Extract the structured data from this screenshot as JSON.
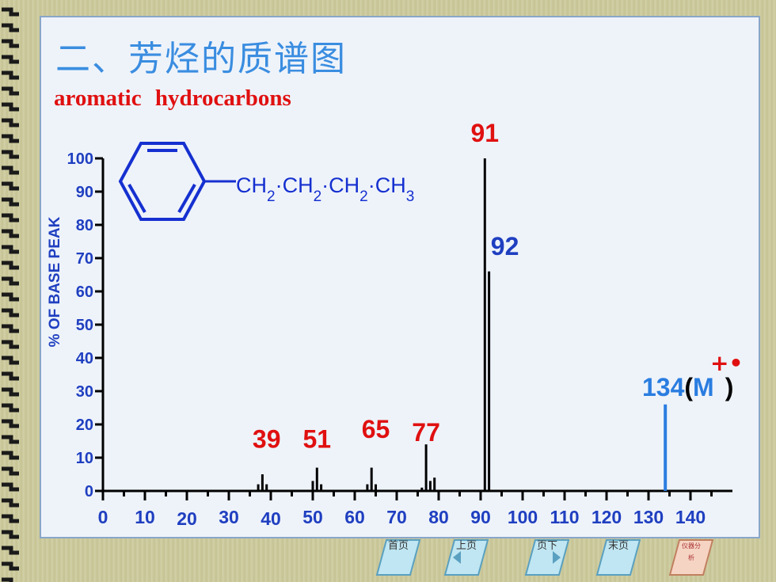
{
  "title": "二、芳烃的质谱图",
  "subtitle": "aromatic   hydrocarbons",
  "structure": {
    "chain_parts": [
      {
        "text": "CH",
        "sub": "2"
      },
      {
        "text": "·",
        "sub": ""
      },
      {
        "text": "CH",
        "sub": "2"
      },
      {
        "text": "·",
        "sub": ""
      },
      {
        "text": "CH",
        "sub": "2"
      },
      {
        "text": "·",
        "sub": ""
      },
      {
        "text": "CH",
        "sub": "3"
      }
    ]
  },
  "nav": {
    "first_label": "首页",
    "prev_label": "上页",
    "next_label": "页下",
    "last_label": "末页",
    "extra_label": "仪器分析"
  },
  "colors": {
    "title": "#3a8de0",
    "label_red": "#e01010",
    "label_blue": "#1f3fc0",
    "molecular_ion": "#2a7de0",
    "axis": "#000000"
  },
  "chart_data": {
    "type": "bar",
    "ylabel": "% OF  BASE PEAK",
    "xlabel": "",
    "xlim": [
      0,
      145
    ],
    "ylim": [
      0,
      100
    ],
    "x_ticks": [
      0,
      10,
      20,
      30,
      40,
      50,
      60,
      70,
      80,
      90,
      100,
      110,
      120,
      130,
      140
    ],
    "y_ticks": [
      0,
      10,
      20,
      30,
      40,
      50,
      60,
      70,
      80,
      90,
      100
    ],
    "grid": false,
    "peaks": [
      {
        "mz": 37,
        "intensity": 2
      },
      {
        "mz": 38,
        "intensity": 5
      },
      {
        "mz": 39,
        "intensity": 2
      },
      {
        "mz": 50,
        "intensity": 3
      },
      {
        "mz": 51,
        "intensity": 7
      },
      {
        "mz": 52,
        "intensity": 2
      },
      {
        "mz": 63,
        "intensity": 2
      },
      {
        "mz": 64,
        "intensity": 7
      },
      {
        "mz": 65,
        "intensity": 2
      },
      {
        "mz": 76,
        "intensity": 1
      },
      {
        "mz": 77,
        "intensity": 14
      },
      {
        "mz": 78,
        "intensity": 3
      },
      {
        "mz": 79,
        "intensity": 4
      },
      {
        "mz": 91,
        "intensity": 100
      },
      {
        "mz": 92,
        "intensity": 66
      },
      {
        "mz": 134,
        "intensity": 26,
        "highlight": true
      }
    ],
    "annotations": [
      {
        "text": "39",
        "mz": 39,
        "y": 13,
        "color": "red"
      },
      {
        "text": "51",
        "mz": 51,
        "y": 13,
        "color": "red"
      },
      {
        "text": "65",
        "mz": 65,
        "y": 16,
        "color": "red"
      },
      {
        "text": "77",
        "mz": 77,
        "y": 15,
        "color": "red"
      },
      {
        "text": "91",
        "mz": 91,
        "y": 105,
        "color": "red"
      },
      {
        "text": "92",
        "mz": 92,
        "y": 71,
        "color": "blue"
      }
    ],
    "molecular_ion_label": {
      "prefix": "134",
      "open": "(",
      "ion": "M",
      "close": ")",
      "charge": "+•"
    }
  }
}
